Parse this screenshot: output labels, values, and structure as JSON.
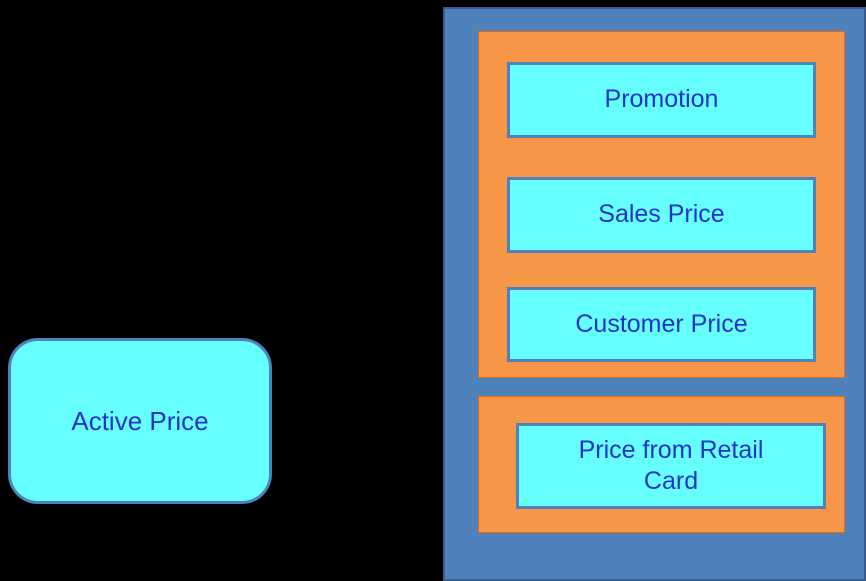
{
  "diagram": {
    "active_price": {
      "label": "Active Price"
    },
    "price_sources": {
      "group_top": {
        "items": [
          {
            "label": "Promotion"
          },
          {
            "label": "Sales Price"
          },
          {
            "label": "Customer Price"
          }
        ]
      },
      "group_bottom": {
        "items": [
          {
            "label": "Price from Retail Card"
          }
        ]
      }
    }
  },
  "colors": {
    "background": "#000000",
    "container_fill": "#4F81BD",
    "container_border": "#385D8A",
    "panel_fill": "#F79646",
    "box_fill": "#66FFFF",
    "box_border": "#4F81BD",
    "text": "#2433C8"
  }
}
